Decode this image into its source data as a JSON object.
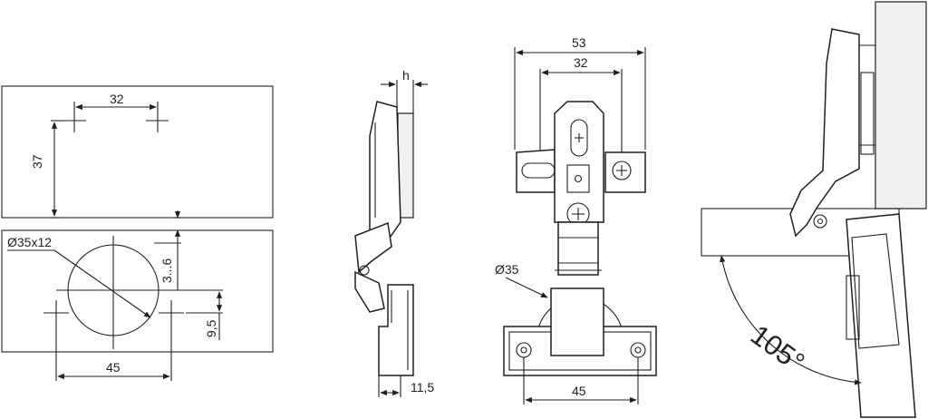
{
  "dimensions": {
    "panel_spacing": "32",
    "panel_edge": "37",
    "bore": "Ø35x12",
    "edge_gap": "3...6",
    "bore_offset": "9,5",
    "bore_span": "45",
    "overlay_h": "h",
    "thickness": "11,5",
    "plate_width": "53",
    "plate_spacing": "32",
    "cup_diameter": "Ø35",
    "base_span": "45",
    "opening_angle": "105°"
  },
  "colors": {
    "line": "#1f1f1f",
    "fill_light": "#f0f0f0",
    "background": "#ffffff"
  }
}
